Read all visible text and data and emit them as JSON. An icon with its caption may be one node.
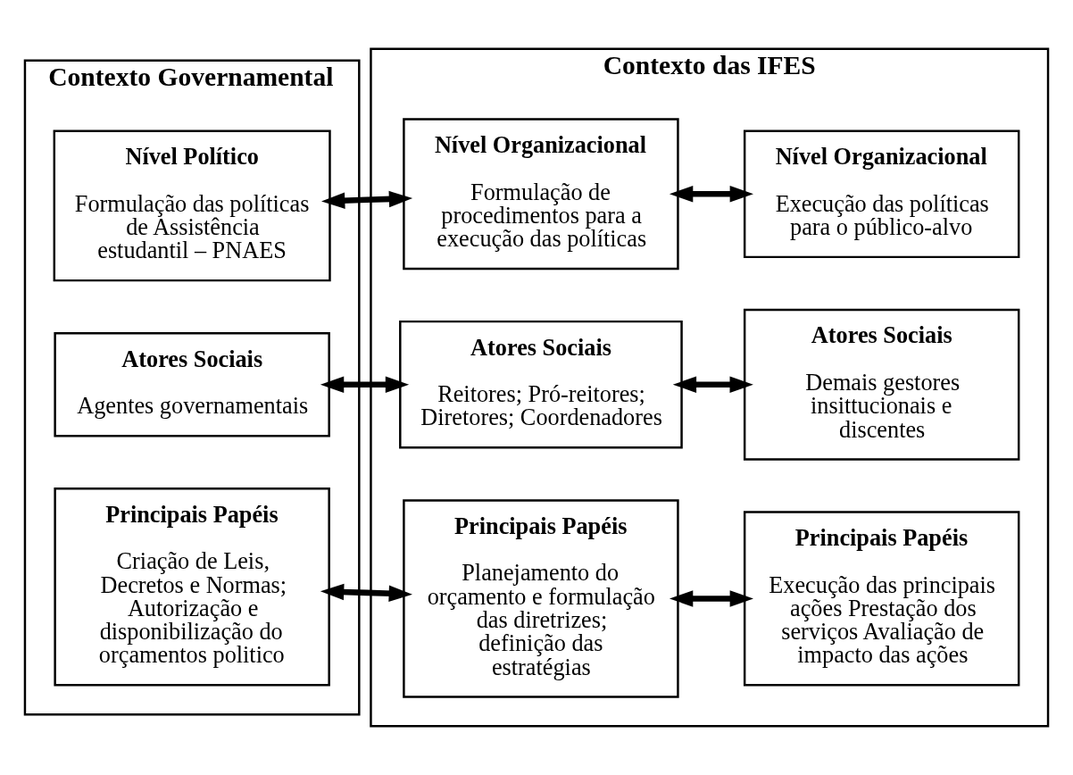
{
  "diagram": {
    "nodes": [
      {
        "text": [
          "Contexto Governamental"
        ]
      },
      {
        "text": [
          "Nível Político",
          "Formulação das políticas de Assistência estudantil – PNAES"
        ],
        "in": 0
      },
      {
        "text": [
          "Atores Sociais",
          "Agentes governamentais"
        ],
        "in": 0
      },
      {
        "text": [
          "Principais Papéis",
          "Criação de Leis, Decretos e Normas; Autorização e disponibilização do orçamentos politico"
        ],
        "in": 0
      },
      {
        "text": [
          "Contexto das IFES"
        ]
      },
      {
        "text": [
          "Nível Organizacional",
          "Formulação de procedimentos para a execução das políticas"
        ],
        "in": 4
      },
      {
        "text": [
          "Nível Organizacional",
          "Execução das políticas para o público-alvo"
        ],
        "in": 4
      },
      {
        "text": [
          "Atores Sociais",
          "Reitores; Pró-reitores; Diretores; Coordenadores"
        ],
        "in": 4
      },
      {
        "text": [
          "Atores Sociais",
          "Demais gestores insittucionais e discentes"
        ],
        "in": 4
      },
      {
        "text": [
          "Principais Papéis",
          "Planejamento do orçamento e formulação das diretrizes; definição das estratégias"
        ],
        "in": 4
      },
      {
        "text": [
          "Principais Papéis",
          "Execução das principais ações Prestação dos serviços Avaliação de impacto das ações"
        ],
        "in": 4
      }
    ],
    "edges": [
      {
        "from": 1,
        "to": 5,
        "arrow": "both"
      },
      {
        "from": 5,
        "to": 6,
        "arrow": "both"
      },
      {
        "from": 2,
        "to": 7,
        "arrow": "both"
      },
      {
        "from": 7,
        "to": 8,
        "arrow": "both"
      },
      {
        "from": 3,
        "to": 9,
        "arrow": "both"
      },
      {
        "from": 9,
        "to": 10,
        "arrow": "both"
      }
    ]
  }
}
